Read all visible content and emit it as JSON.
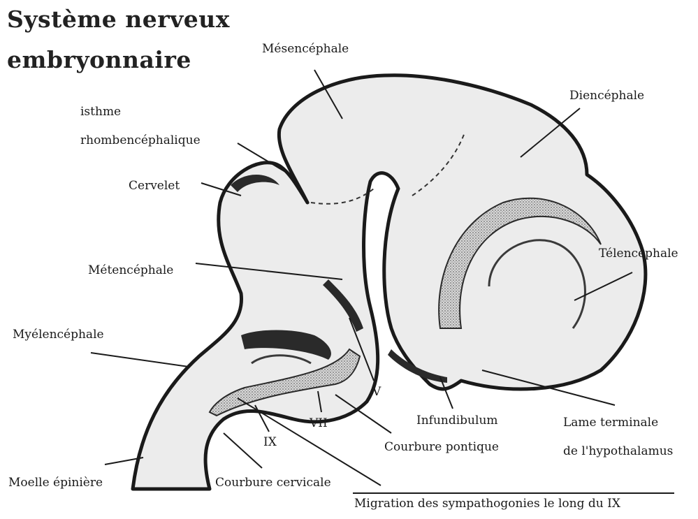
{
  "title": {
    "line1": "Système nerveux",
    "line2": "embryonnaire"
  },
  "labels": {
    "mesencephale": "Mésencéphale",
    "diencephale": "Diencéphale",
    "isthme_l1": "isthme",
    "isthme_l2": "rhombencéphalique",
    "cervelet": "Cervelet",
    "telencephale": "Télencéphale",
    "metencephale": "Métencéphale",
    "myelencephale": "Myélencéphale",
    "nerf_v": "V",
    "nerf_vii": "VII",
    "nerf_ix": "IX",
    "infundibulum": "Infundibulum",
    "lame_l1": "Lame terminale",
    "lame_l2": "de l'hypothalamus",
    "courbure_pontique": "Courbure pontique",
    "moelle": "Moelle épinière",
    "courbure_cervicale": "Courbure cervicale",
    "migration": "Migration des sympathogonies le long du IX"
  }
}
